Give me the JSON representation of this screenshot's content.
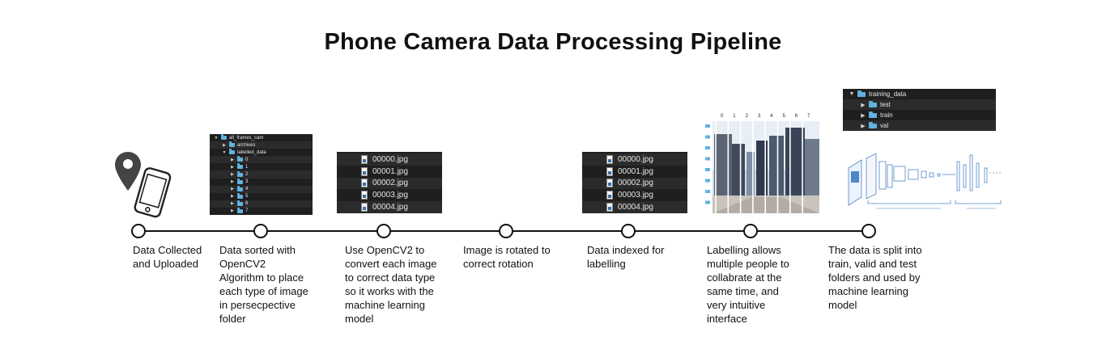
{
  "title": "Phone Camera Data Processing Pipeline",
  "steps": [
    {
      "caption": "Data Collected\nand Uploaded"
    },
    {
      "caption": "Data sorted with\nOpenCV2\nAlgorithm to place\neach type of image\nin persecpective\nfolder"
    },
    {
      "caption": "Use OpenCV2 to\nconvert each image\nto correct data type\nso it works with the\nmachine learning\nmodel"
    },
    {
      "caption": "Image is rotated to\ncorrect rotation"
    },
    {
      "caption": "Data indexed for\nlabelling"
    },
    {
      "caption": "Labelling allows\nmultiple people to\ncollabrate at the\nsame time, and\nvery intuitive\ninterface"
    },
    {
      "caption": "The data is split into\ntrain, valid and test\nfolders and used by\nmachine learning\nmodel"
    }
  ],
  "folder_tree_sorted": {
    "items": [
      {
        "label": "all_frames_cam",
        "level": 0,
        "open": true
      },
      {
        "label": "archives",
        "level": 1,
        "open": false
      },
      {
        "label": "labelled_data",
        "level": 1,
        "open": true
      },
      {
        "label": "0",
        "level": 2,
        "open": false
      },
      {
        "label": "1",
        "level": 2,
        "open": false
      },
      {
        "label": "2",
        "level": 2,
        "open": false
      },
      {
        "label": "3",
        "level": 2,
        "open": false
      },
      {
        "label": "4",
        "level": 2,
        "open": false
      },
      {
        "label": "5",
        "level": 2,
        "open": false
      },
      {
        "label": "6",
        "level": 2,
        "open": false
      },
      {
        "label": "7",
        "level": 2,
        "open": false
      }
    ]
  },
  "file_list_converted": {
    "files": [
      "00000.jpg",
      "00001.jpg",
      "00002.jpg",
      "00003.jpg",
      "00004.jpg"
    ]
  },
  "file_list_indexed": {
    "files": [
      "00000.jpg",
      "00001.jpg",
      "00002.jpg",
      "00003.jpg",
      "00004.jpg"
    ]
  },
  "labelling_columns": [
    "0",
    "1",
    "2",
    "3",
    "4",
    "5",
    "6",
    "7"
  ],
  "folder_tree_split": {
    "items": [
      {
        "label": "training_data",
        "level": 0,
        "open": true
      },
      {
        "label": "test",
        "level": 1,
        "open": false
      },
      {
        "label": "train",
        "level": 1,
        "open": false
      },
      {
        "label": "val",
        "level": 1,
        "open": false
      }
    ]
  },
  "colors": {
    "panel": "#1f1f1f",
    "panel_alt": "#2b2b2b",
    "folder": "#5fb3e0",
    "line": "#111111"
  },
  "icons": [
    "location-pin-icon",
    "smartphone-icon",
    "folder-icon",
    "file-icon",
    "disclosure-triangle-icon"
  ]
}
